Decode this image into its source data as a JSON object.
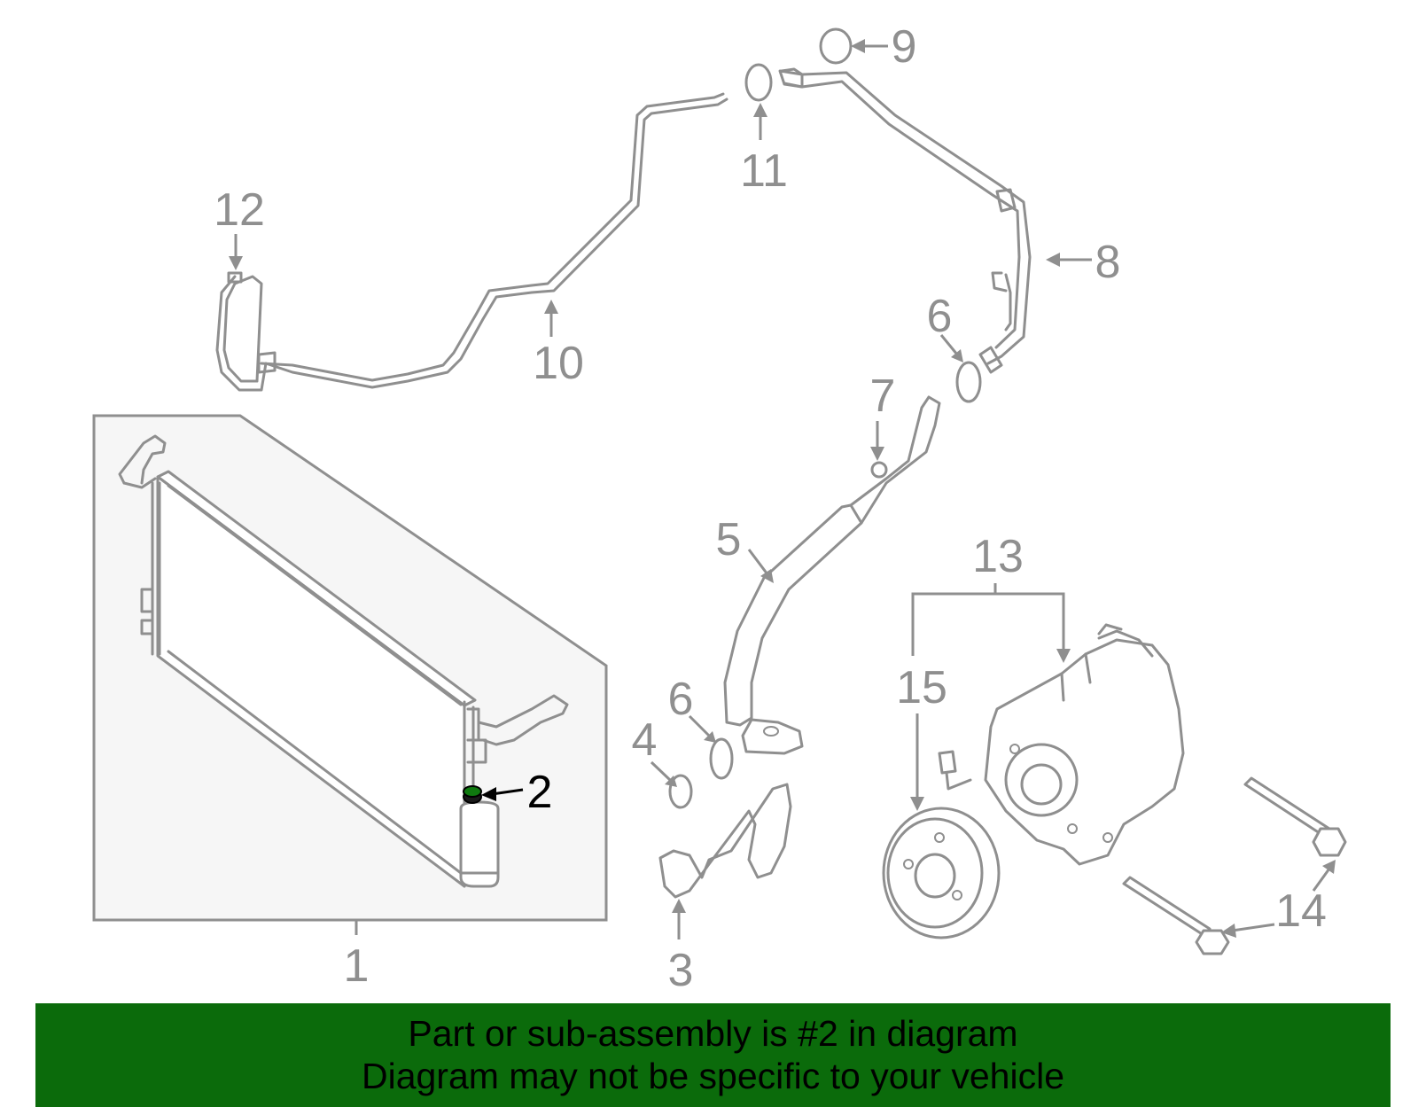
{
  "diagram": {
    "callouts": [
      {
        "id": "1",
        "label": "1"
      },
      {
        "id": "2",
        "label": "2"
      },
      {
        "id": "3",
        "label": "3"
      },
      {
        "id": "4",
        "label": "4"
      },
      {
        "id": "5",
        "label": "5"
      },
      {
        "id": "6a",
        "label": "6"
      },
      {
        "id": "6b",
        "label": "6"
      },
      {
        "id": "7",
        "label": "7"
      },
      {
        "id": "8",
        "label": "8"
      },
      {
        "id": "9",
        "label": "9"
      },
      {
        "id": "10",
        "label": "10"
      },
      {
        "id": "11",
        "label": "11"
      },
      {
        "id": "12",
        "label": "12"
      },
      {
        "id": "13",
        "label": "13"
      },
      {
        "id": "14",
        "label": "14"
      },
      {
        "id": "15",
        "label": "15"
      }
    ],
    "highlighted_part": "2",
    "colors": {
      "line": "#8f8f8f",
      "highlight": "#000000",
      "banner": "#0b6b0b",
      "panel": "#f6f6f6"
    }
  },
  "banner": {
    "line1": "Part or sub-assembly is #2 in diagram",
    "line2": "Diagram may not be specific to your vehicle"
  }
}
